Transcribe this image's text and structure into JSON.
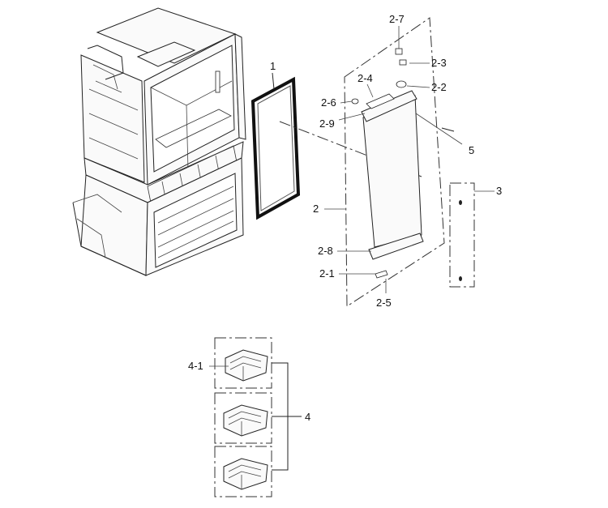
{
  "labels": {
    "gasket": "1",
    "door_assembly": "2",
    "door_2_1": "2-1",
    "door_2_2": "2-2",
    "door_2_3": "2-3",
    "door_2_4": "2-4",
    "door_2_5": "2-5",
    "door_2_6": "2-6",
    "door_2_7": "2-7",
    "door_2_8": "2-8",
    "door_2_9": "2-9",
    "handle": "3",
    "guard_assembly": "4",
    "guard_4_1": "4-1",
    "part_5": "5"
  }
}
